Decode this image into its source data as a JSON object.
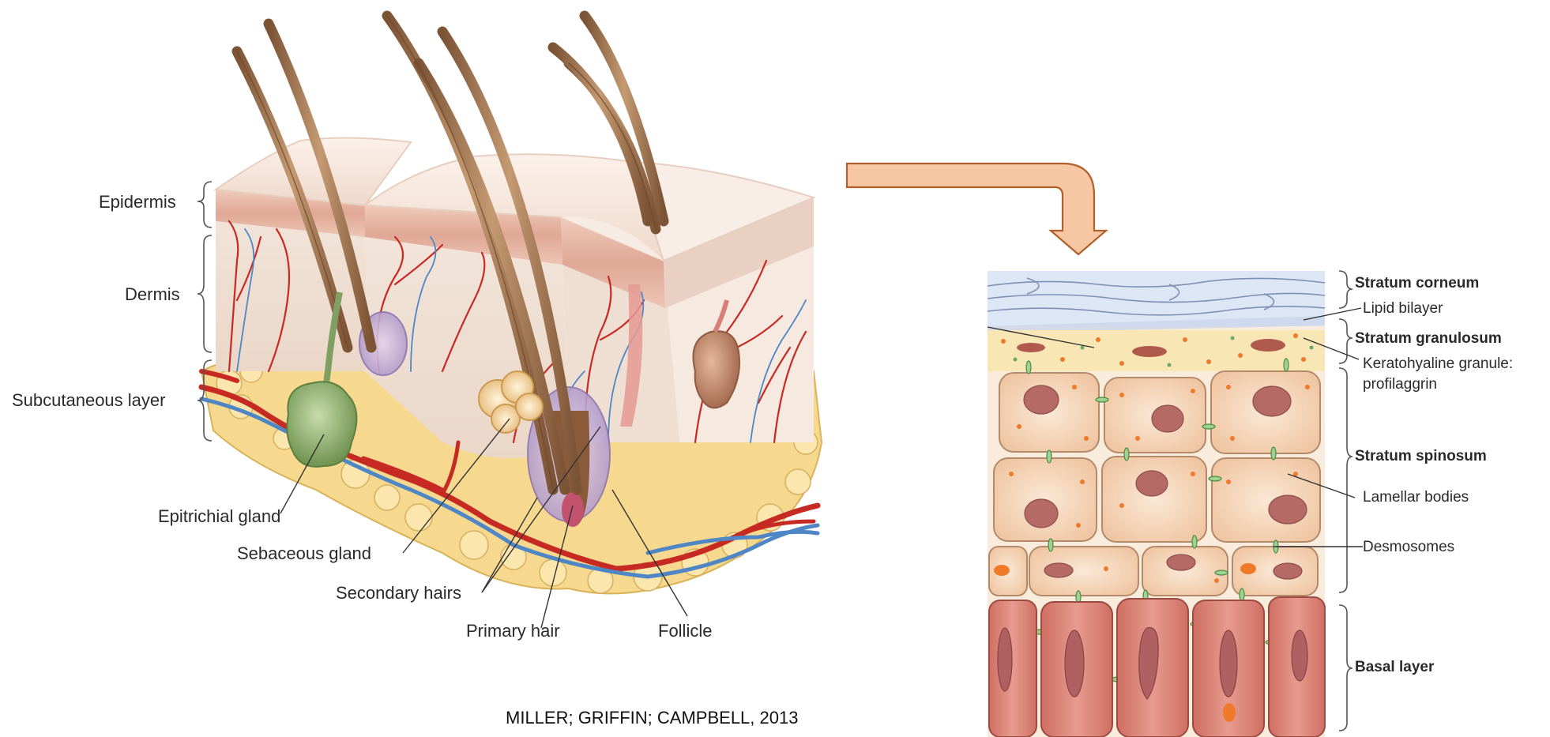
{
  "left_diagram": {
    "labels": {
      "epidermis": "Epidermis",
      "dermis": "Dermis",
      "subcutaneous": "Subcutaneous layer",
      "epitrichial": "Epitrichial gland",
      "sebaceous": "Sebaceous gland",
      "secondary": "Secondary hairs",
      "primary": "Primary hair",
      "follicle": "Follicle"
    }
  },
  "right_diagram": {
    "labels": {
      "corneum": "Stratum corneum",
      "lipid": "Lipid bilayer",
      "granulosum": "Stratum granulosum",
      "kerato_line1": "Keratohyaline granule:",
      "kerato_line2": "profilaggrin",
      "spinosum": "Stratum spinosum",
      "lamellar": "Lamellar bodies",
      "desmosomes": "Desmosomes",
      "basal": "Basal layer"
    }
  },
  "citation": "MILLER; GRIFFIN; CAMPBELL, 2013",
  "colors": {
    "skin_top": "#f3e3d8",
    "epidermis_band": "#e6b9a8",
    "fat": "#f6d98f",
    "hair": "#a57a55",
    "artery": "#c62a22",
    "vein": "#4f86c6",
    "gland": "#8fb06f",
    "arrow_fill": "#f7c7a4",
    "arrow_stroke": "#b0602a",
    "corneum": "#dde6f5",
    "spinous_cell": "#f4d4b9",
    "basal_cell": "#dc8577",
    "nucleus": "#b56a66",
    "granule": "#ee7a2a",
    "desmosome": "#7fbf7a"
  }
}
